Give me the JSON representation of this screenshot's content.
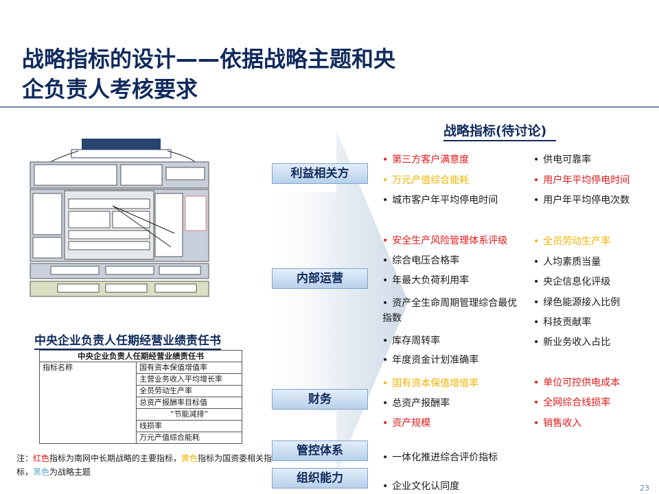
{
  "title": {
    "line1": "战略指标的设计——依据战略主题和央",
    "line2": "企负责人考核要求"
  },
  "indicator_heading": "战略指标(待讨论)",
  "categories": [
    "利益相关方",
    "内部运营",
    "财务",
    "管控体系",
    "组织能力"
  ],
  "indicators": {
    "stakeholder_left": [
      "第三方客户满意度",
      "万元产值综合能耗",
      "城市客户年平均停电时间"
    ],
    "stakeholder_right": [
      "供电可靠率",
      "用户年平均停电时间",
      "用户年平均停电次数"
    ],
    "operation_left": [
      "安全生产风险管理体系评级",
      "综合电压合格率",
      "年最大负荷利用率",
      "资产全生命周期管理综合最优指数",
      "库存周转率",
      "年度资金计划准确率"
    ],
    "operation_right": [
      "全员劳动生产率",
      "人均素质当量",
      "央企信息化评级",
      "绿色能源接入比例",
      "科技贡献率",
      "新业务收入占比"
    ],
    "finance_left": [
      "国有资本保值增值率",
      "总资产报酬率",
      "资产规模"
    ],
    "finance_right": [
      "单位可控供电成本",
      "全网综合线损率",
      "销售收入"
    ],
    "control": [
      "一体化推进综合评价指标"
    ],
    "org": [
      "企业文化认同度"
    ]
  },
  "responsibility": {
    "title": "中央企业负责人任期经营业绩责任书",
    "table_header": "中央企业负责人任期经营业绩责任书",
    "col_label": "指标名称",
    "rows": [
      "国有资本保值增值率",
      "主营业务收入平均增长率",
      "全员劳动生产率",
      "总资产报酬率目标值",
      "“节能减排”",
      "线损率",
      "万元产值综合能耗"
    ]
  },
  "note": {
    "prefix": "注：",
    "red_word": "红色",
    "part1": "指标为南网中长期战略的主要指标，",
    "yellow_word": "黄色",
    "part2": "指标为国资委相关指标，",
    "black_word": "黑色",
    "part3": "为战略主题"
  },
  "page_number": "23",
  "colors": {
    "title": "#0f2a5c",
    "red": "#e0191b",
    "yellow": "#f0b400",
    "black": "#1a1a1a",
    "box": "#b8d0ea"
  }
}
